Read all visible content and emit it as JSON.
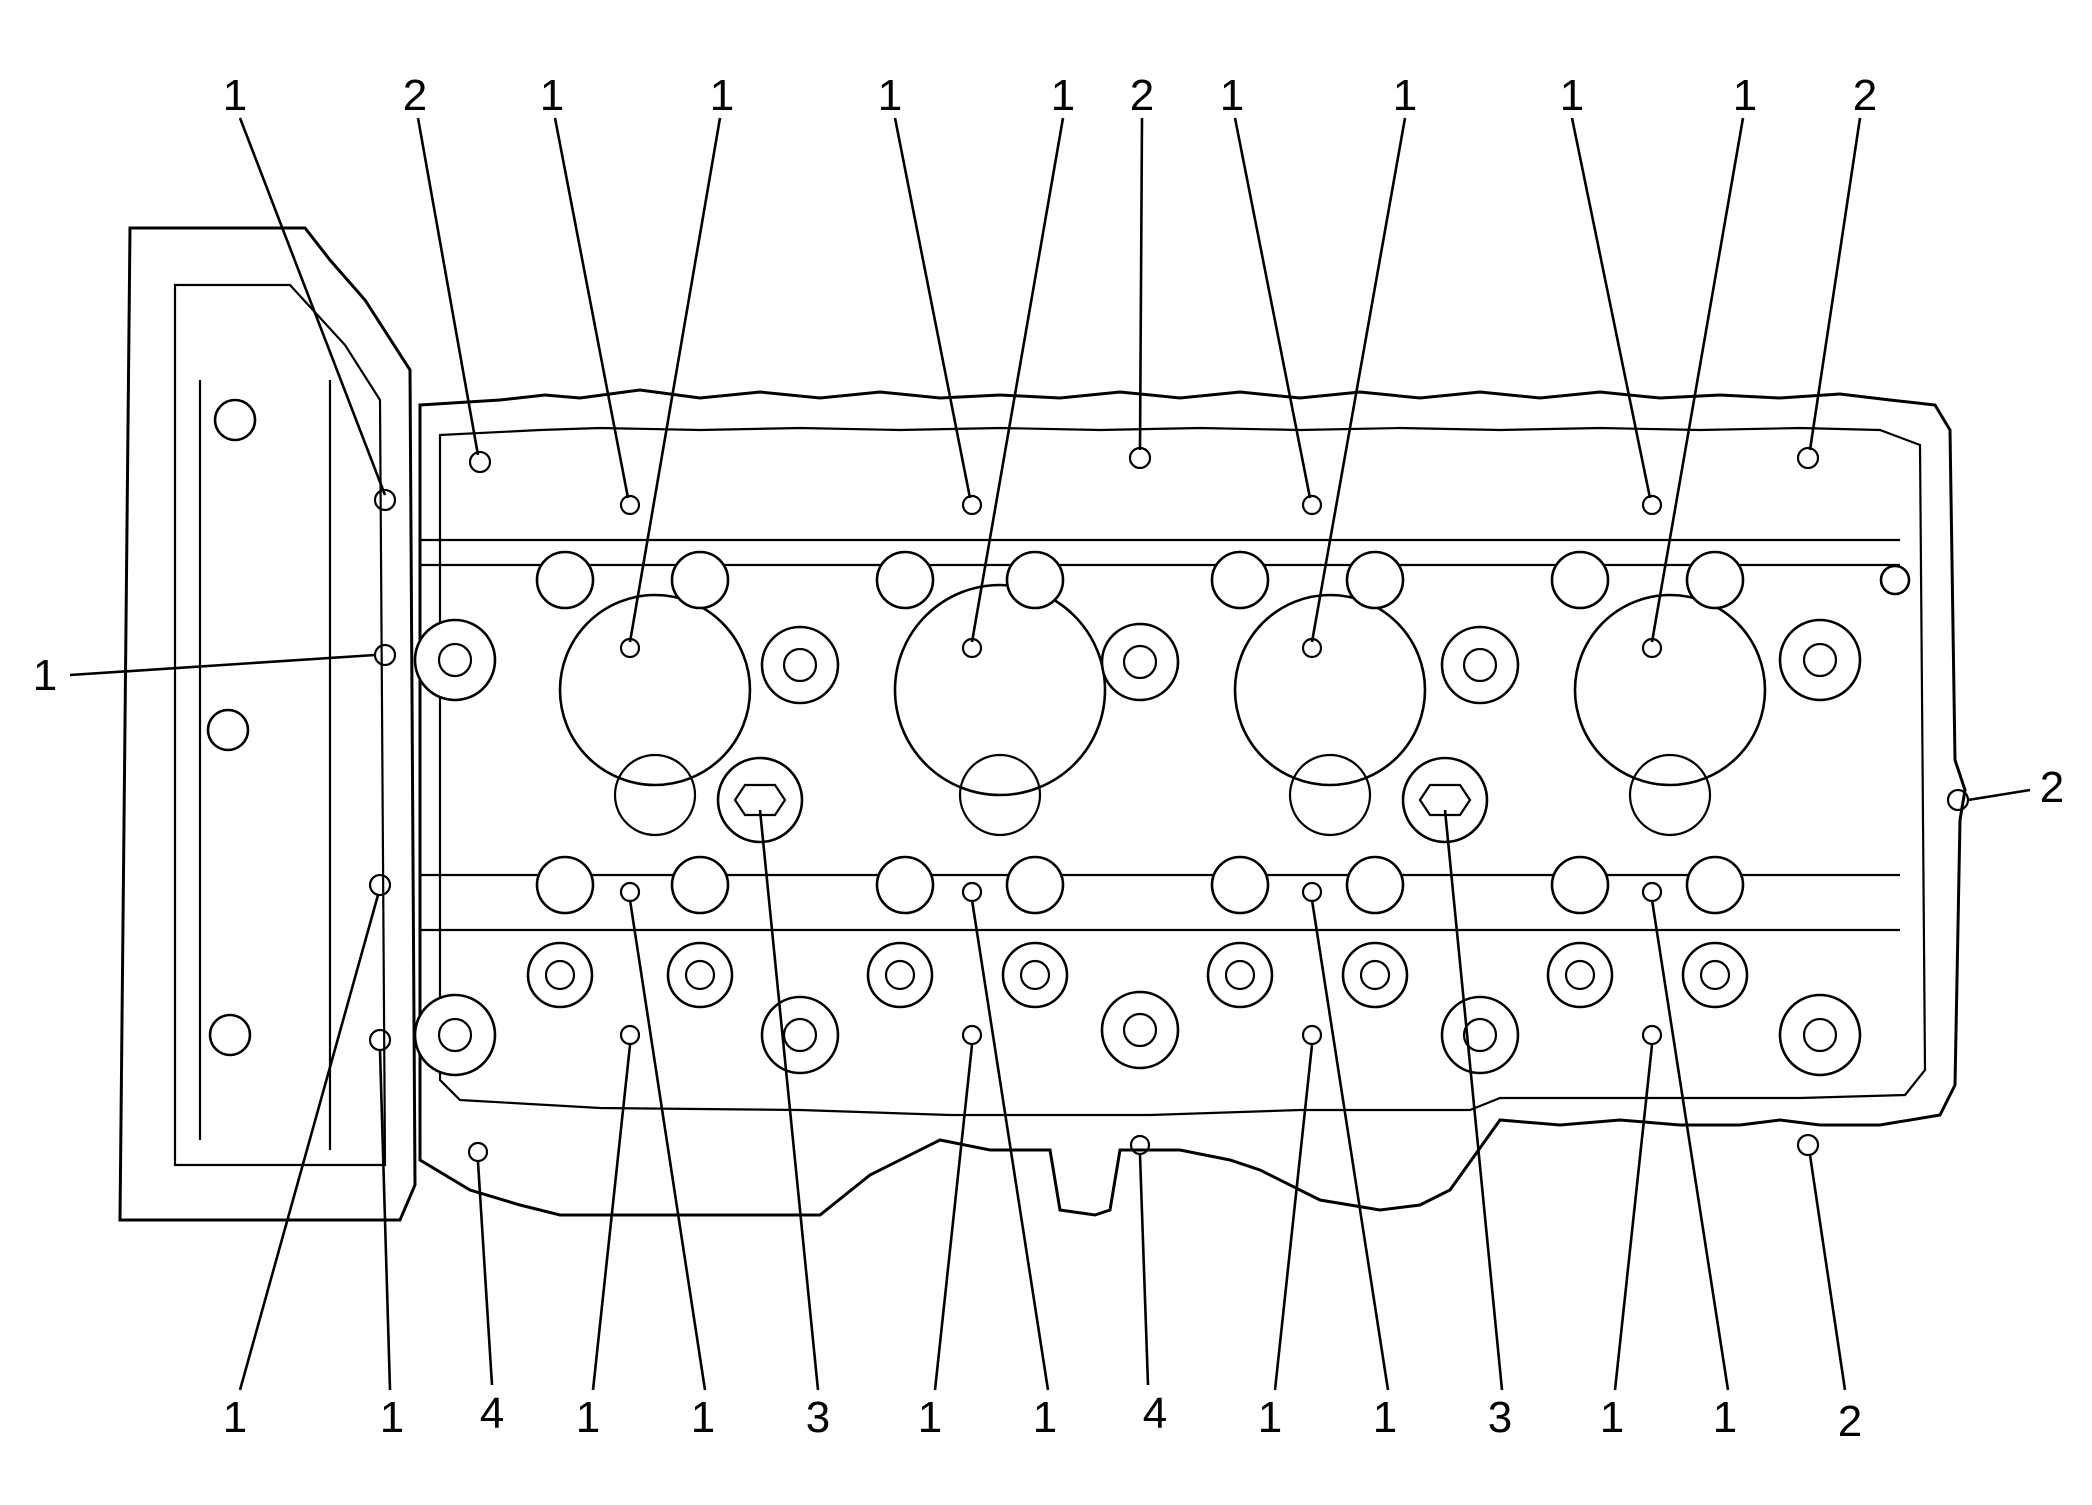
{
  "callouts": {
    "top": [
      "1",
      "2",
      "1",
      "1",
      "1",
      "1",
      "2",
      "1",
      "1",
      "1",
      "1",
      "2"
    ],
    "left": "1",
    "right": "2",
    "bottom": [
      "1",
      "1",
      "4",
      "1",
      "1",
      "3",
      "1",
      "1",
      "4",
      "1",
      "1",
      "3",
      "1",
      "1",
      "2"
    ]
  }
}
